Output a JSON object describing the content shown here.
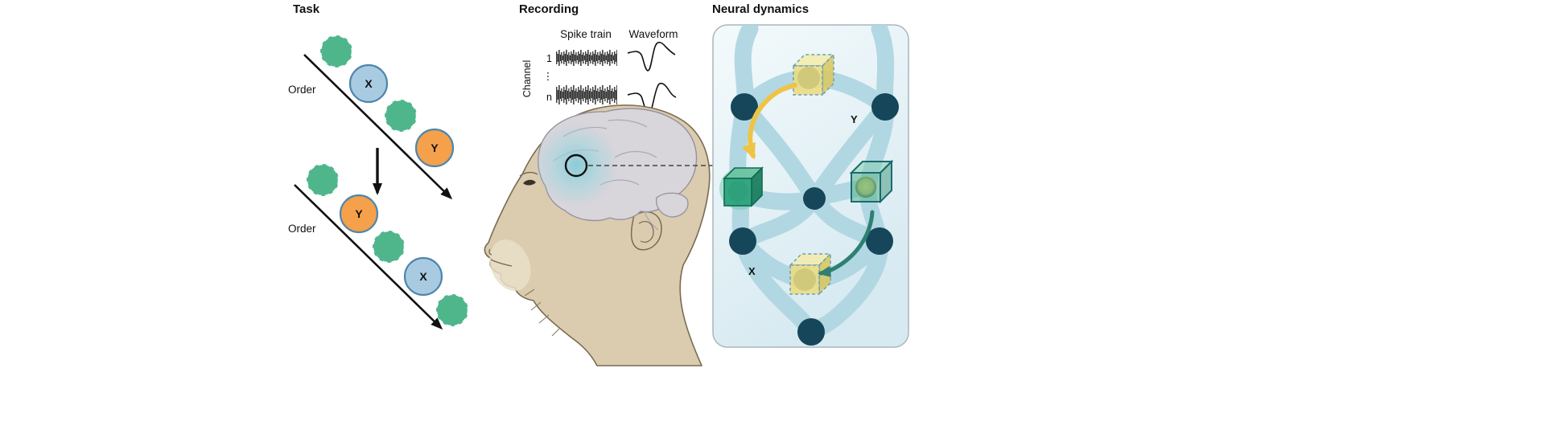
{
  "task": {
    "title": "Task",
    "order_top": "Order",
    "order_bottom": "Order",
    "top_sequence": {
      "item_x": "X",
      "item_y": "Y"
    },
    "bottom_sequence": {
      "item_x": "X",
      "item_y": "Y"
    }
  },
  "recording": {
    "title": "Recording",
    "spike_train_header": "Spike train",
    "waveform_header": "Waveform",
    "channel_axis": "Channel",
    "channel_1": "1",
    "channel_dots": "⋮",
    "channel_n": "n"
  },
  "neural_dynamics": {
    "title": "Neural dynamics",
    "label_y": "Y",
    "label_x": "X"
  },
  "colors": {
    "green_item": "#4FB68C",
    "blue_item_fill": "#A9CBE2",
    "item_stroke": "#4E86AC",
    "orange_item_fill": "#F5A04B",
    "network_node": "#16465A",
    "network_band": "#AFD6E2",
    "panel_bg_top": "#F4FAFC",
    "panel_bg_bottom": "#D7EAF1",
    "cube_yellow": "#EADB7F",
    "cube_green": "#2EA27B",
    "arrow_yellow": "#EFC445",
    "arrow_teal": "#2F7F72",
    "monkey_skin": "#DBCCAF",
    "brain_fill": "#D8D5DB",
    "brain_glow": "#7FC9D4"
  }
}
